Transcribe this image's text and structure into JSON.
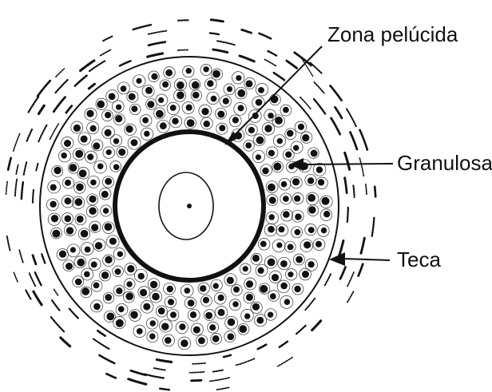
{
  "labels": {
    "zona": "Zona pelúcida",
    "granulosa": "Granulosa",
    "teca": "Teca"
  },
  "colors": {
    "ink": "#111111",
    "paper": "#ffffff"
  }
}
